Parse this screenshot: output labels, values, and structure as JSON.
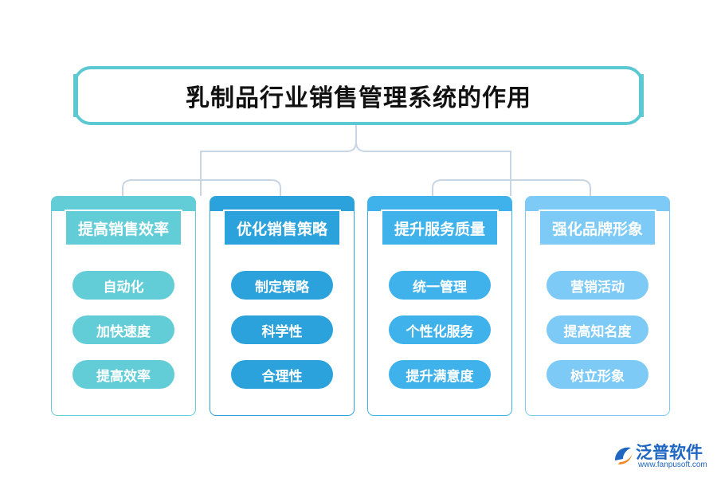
{
  "title": "乳制品行业销售管理系统的作用",
  "columns": [
    {
      "heading": "提高销售效率",
      "items": [
        "自动化",
        "加快速度",
        "提高效率"
      ],
      "color": "#62cdd7"
    },
    {
      "heading": "优化销售策略",
      "items": [
        "制定策略",
        "科学性",
        "合理性"
      ],
      "color": "#2ba2dc"
    },
    {
      "heading": "提升服务质量",
      "items": [
        "统一管理",
        "个性化服务",
        "提升满意度"
      ],
      "color": "#3fb2ec"
    },
    {
      "heading": "强化品牌形象",
      "items": [
        "营销活动",
        "提高知名度",
        "树立形象"
      ],
      "color": "#7ccaf5"
    }
  ],
  "logo": {
    "name": "泛普软件",
    "url": "www.fanpusoft.com"
  }
}
